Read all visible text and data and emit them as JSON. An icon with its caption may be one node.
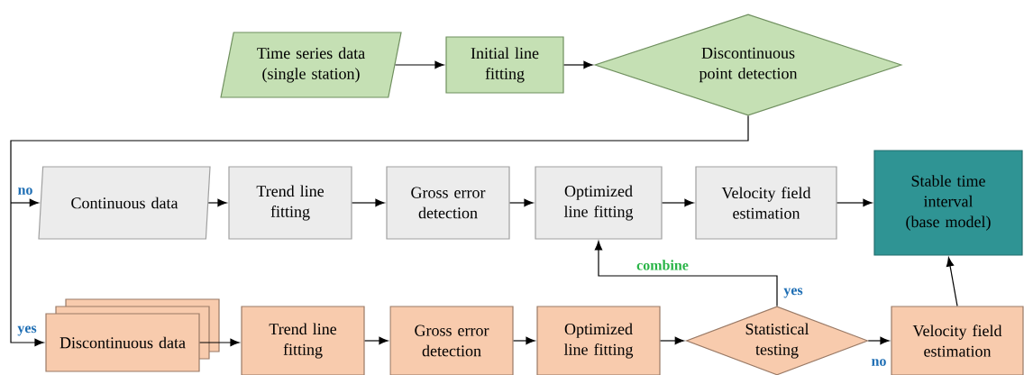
{
  "diagram": {
    "nodes": [
      {
        "text": [
          "Time series data (single station)"
        ]
      },
      {
        "text": [
          "Initial line fitting"
        ]
      },
      {
        "text": [
          "Discontinuous point detection"
        ]
      },
      {
        "text": [
          "Continuous data"
        ]
      },
      {
        "text": [
          "Trend line fitting"
        ]
      },
      {
        "text": [
          "Gross error detection"
        ]
      },
      {
        "text": [
          "Optimized line fitting"
        ]
      },
      {
        "text": [
          "Velocity field estimation"
        ]
      },
      {
        "text": [
          "Stable time interval (base model)"
        ]
      },
      {
        "text": [
          "Discontinuous data"
        ]
      },
      {
        "text": [
          "Trend line fitting"
        ]
      },
      {
        "text": [
          "Gross error detection"
        ]
      },
      {
        "text": [
          "Optimized line fitting"
        ]
      },
      {
        "text": [
          "Statistical testing"
        ]
      },
      {
        "text": [
          "Velocity field estimation"
        ]
      }
    ],
    "edges": [
      {
        "from": 0,
        "to": 1,
        "arrow": "to"
      },
      {
        "from": 1,
        "to": 2,
        "arrow": "to"
      },
      {
        "from": 2,
        "to": 3,
        "arrow": "to",
        "label": "no"
      },
      {
        "from": 2,
        "to": 9,
        "arrow": "to",
        "label": "yes"
      },
      {
        "from": 3,
        "to": 4,
        "arrow": "to"
      },
      {
        "from": 4,
        "to": 5,
        "arrow": "to"
      },
      {
        "from": 5,
        "to": 6,
        "arrow": "to"
      },
      {
        "from": 6,
        "to": 7,
        "arrow": "to"
      },
      {
        "from": 7,
        "to": 8,
        "arrow": "to"
      },
      {
        "from": 9,
        "to": 10,
        "arrow": "to"
      },
      {
        "from": 10,
        "to": 11,
        "arrow": "to"
      },
      {
        "from": 11,
        "to": 12,
        "arrow": "to"
      },
      {
        "from": 12,
        "to": 13,
        "arrow": "to"
      },
      {
        "from": 13,
        "to": 6,
        "arrow": "to",
        "label": "yes"
      },
      {
        "from": 13,
        "to": 14,
        "arrow": "to",
        "label": "no"
      },
      {
        "from": 14,
        "to": 8,
        "arrow": "to"
      }
    ],
    "labels": [
      "combine"
    ]
  }
}
